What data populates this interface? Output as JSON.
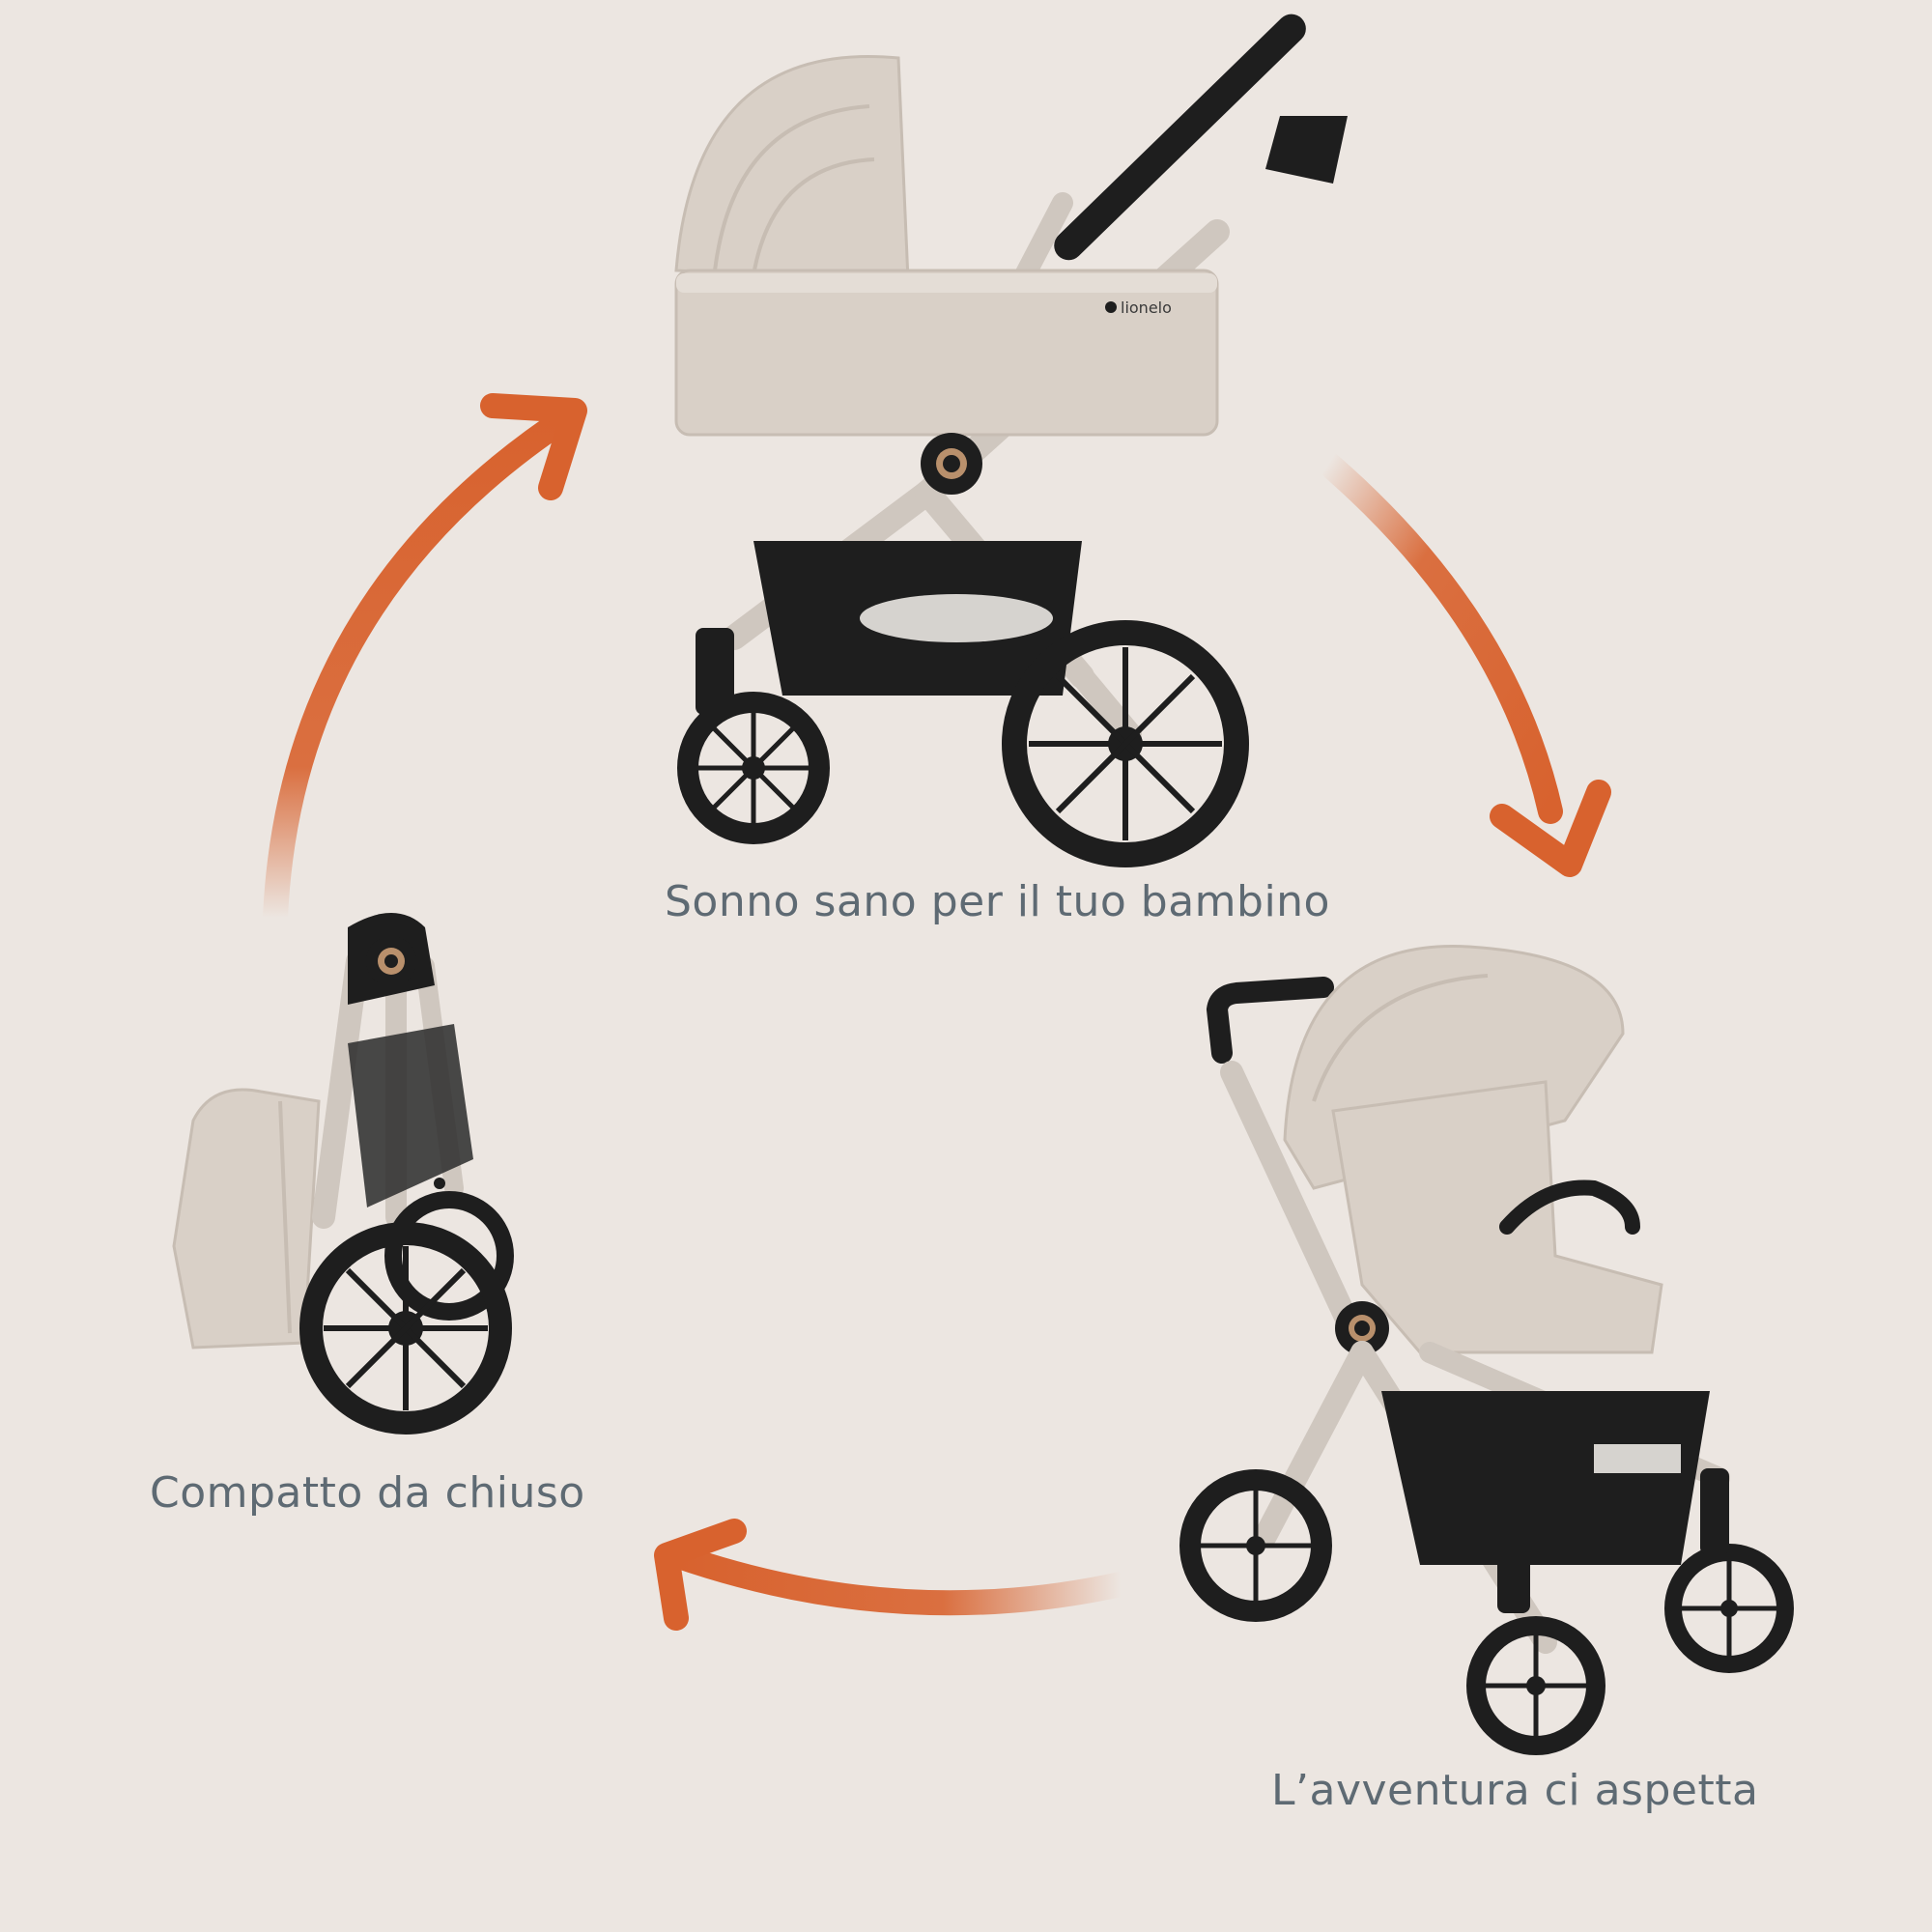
{
  "captions": {
    "bassinet": "Sonno sano per il tuo bambino",
    "stroller": "L’avventura ci aspetta",
    "folded": "Compatto da chiuso"
  },
  "brand": "lionelo",
  "colors": {
    "background": "#ece6e1",
    "arrow": "#d8622e",
    "fabric": "#d9d0c7",
    "frame": "#cfc7bf",
    "black": "#1e1e1e",
    "caption": "#5e6a73"
  }
}
